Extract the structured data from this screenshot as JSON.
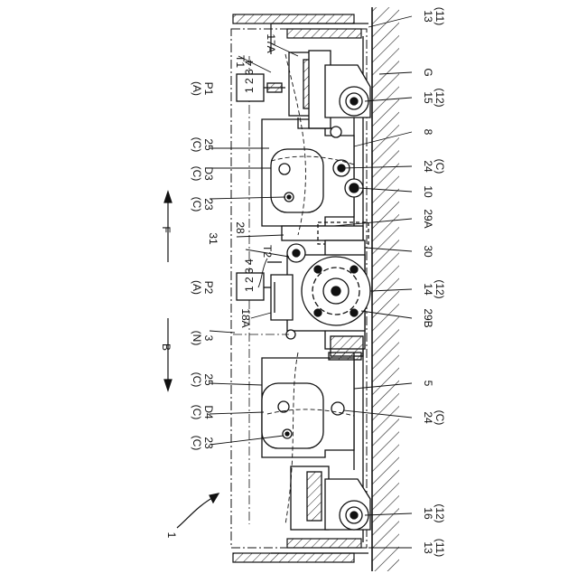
{
  "diagram": {
    "labels": [
      {
        "id": "lbl-13-top",
        "lines": [
          "13",
          "(11)"
        ]
      },
      {
        "id": "lbl-g",
        "lines": [
          "G"
        ]
      },
      {
        "id": "lbl-15",
        "lines": [
          "15",
          "(12)"
        ]
      },
      {
        "id": "lbl-8",
        "lines": [
          "8"
        ]
      },
      {
        "id": "lbl-24-top",
        "lines": [
          "24",
          "(C)"
        ]
      },
      {
        "id": "lbl-10",
        "lines": [
          "10"
        ]
      },
      {
        "id": "lbl-29a",
        "lines": [
          "29A"
        ]
      },
      {
        "id": "lbl-30",
        "lines": [
          "30"
        ]
      },
      {
        "id": "lbl-14",
        "lines": [
          "14",
          "(12)"
        ]
      },
      {
        "id": "lbl-29b",
        "lines": [
          "29B"
        ]
      },
      {
        "id": "lbl-5",
        "lines": [
          "5"
        ]
      },
      {
        "id": "lbl-24-bot",
        "lines": [
          "24",
          "(C)"
        ]
      },
      {
        "id": "lbl-16",
        "lines": [
          "16",
          "(12)"
        ]
      },
      {
        "id": "lbl-13-bot",
        "lines": [
          "13",
          "(11)"
        ]
      },
      {
        "id": "lbl-17a",
        "lines": [
          "17A"
        ]
      },
      {
        "id": "lbl-t1",
        "lines": [
          "T1"
        ]
      },
      {
        "id": "lbl-p1",
        "lines": [
          "(A)",
          "P1"
        ]
      },
      {
        "id": "lbl-25-top",
        "lines": [
          "(C)",
          "25"
        ]
      },
      {
        "id": "lbl-d3",
        "lines": [
          "(C)",
          "D3"
        ]
      },
      {
        "id": "lbl-23-top",
        "lines": [
          "(C)",
          "23"
        ]
      },
      {
        "id": "lbl-f",
        "lines": [
          "F"
        ]
      },
      {
        "id": "lbl-28",
        "lines": [
          "28"
        ]
      },
      {
        "id": "lbl-31",
        "lines": [
          "31"
        ]
      },
      {
        "id": "lbl-t2",
        "lines": [
          "T2"
        ]
      },
      {
        "id": "lbl-p2",
        "lines": [
          "(A)",
          "P2"
        ]
      },
      {
        "id": "lbl-18a",
        "lines": [
          "18A"
        ]
      },
      {
        "id": "lbl-n3",
        "lines": [
          "(N)",
          "3"
        ]
      },
      {
        "id": "lbl-b",
        "lines": [
          "B"
        ]
      },
      {
        "id": "lbl-25-bot",
        "lines": [
          "(C)",
          "25"
        ]
      },
      {
        "id": "lbl-d4",
        "lines": [
          "(C)",
          "D4"
        ]
      },
      {
        "id": "lbl-23-bot",
        "lines": [
          "(C)",
          "23"
        ]
      },
      {
        "id": "lbl-1",
        "lines": [
          "1"
        ]
      }
    ],
    "gauge_text": "1 2 3 4"
  }
}
